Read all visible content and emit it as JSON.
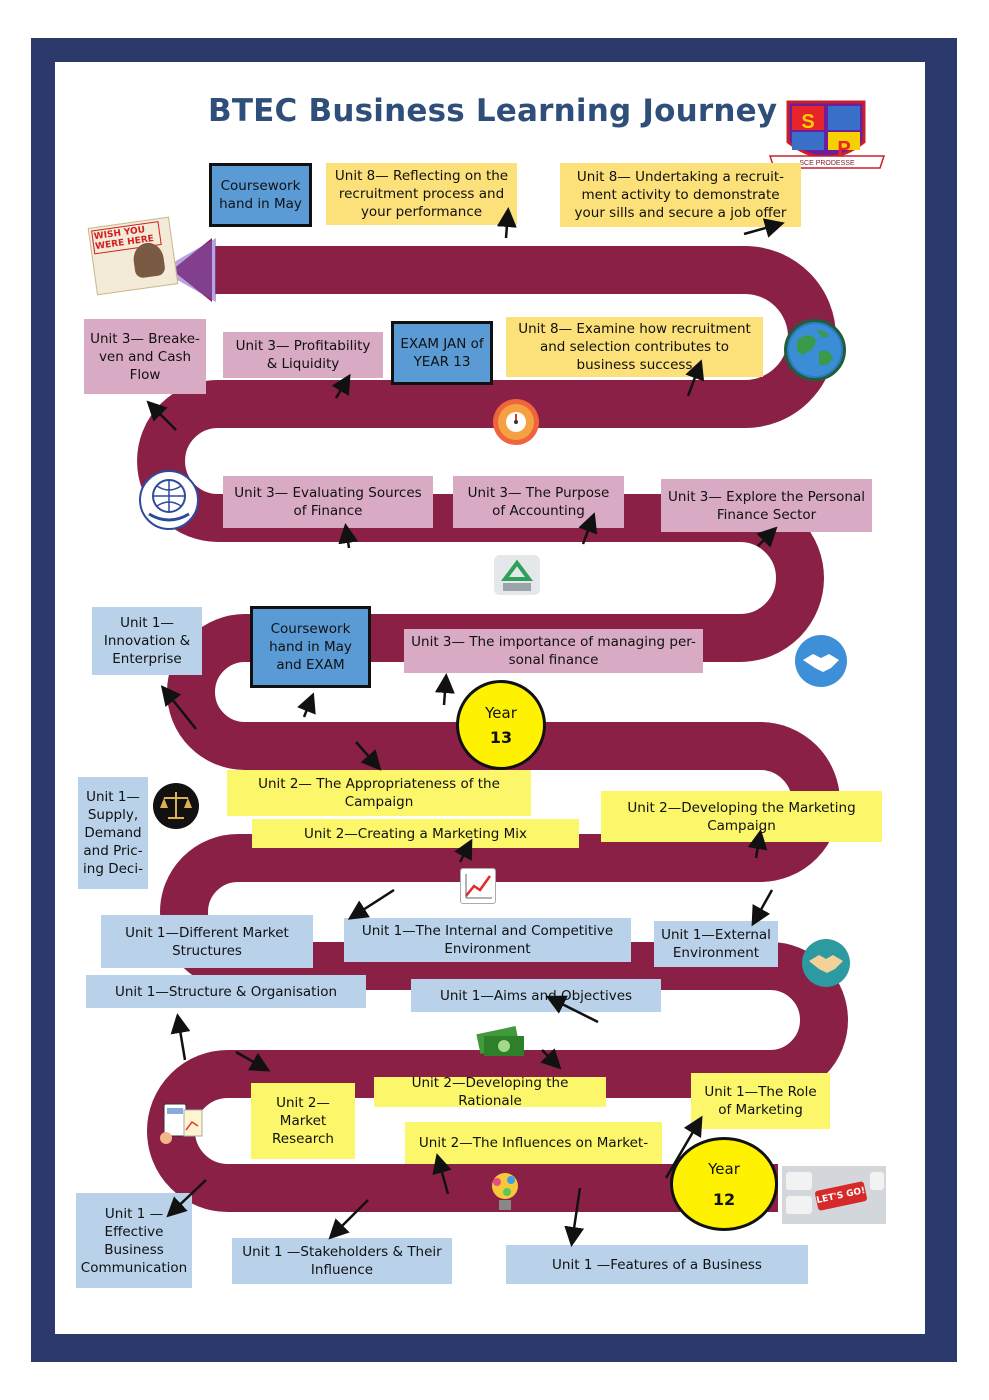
{
  "title": "BTEC Business Learning Journey",
  "logo": {
    "letters": [
      "S",
      "P"
    ],
    "motto": "SCE PRODESSE"
  },
  "postcard": {
    "text": "WISH YOU WERE HERE"
  },
  "lets_go": "LET'S GO!",
  "years": [
    {
      "label": "Year",
      "number": "13"
    },
    {
      "label": "Year",
      "number": "12"
    }
  ],
  "boxes": {
    "cw1": "Coursework hand in May",
    "u8a": "Unit 8— Reflecting on the recruitment process and your performance",
    "u8b": "Unit 8—  Undertaking a recruit-ment activity to demonstrate your sills and secure a job offer",
    "u3be": "Unit 3— Breake-ven and Cash Flow",
    "u3pl": "Unit 3— Profitability & Liquidity",
    "exam": "EXAM JAN of YEAR 13",
    "u8c": "Unit 8— Examine how recruitment and selection contributes to business success",
    "u3es": "Unit 3— Evaluating Sources of Finance",
    "u3pa": "Unit 3— The Purpose of Accounting",
    "u3pf": "Unit 3— Explore the Personal Finance Sector",
    "u1ie": "Unit 1— Innovation & Enterprise",
    "cw2": "Coursework hand in May and EXAM",
    "u3im": "Unit 3— The importance of managing per-sonal finance",
    "u1sd": "Unit 1— Supply, Demand and Pric-ing Deci-",
    "u2ac": "Unit 2— The Appropriateness of the Campaign",
    "u2mm": "Unit 2—Creating a Marketing Mix",
    "u2dm": "Unit 2—Developing the Marketing Campaign",
    "u1dm": "Unit 1—Different   Market Structures",
    "u1ic": "Unit 1—The Internal and Competitive Environment",
    "u1ee": "Unit 1—External Environment",
    "u1so": "Unit 1—Structure & Organisation",
    "u1ao": "Unit 1—Aims and Objectives",
    "u2mr": "Unit 2— Market Research",
    "u2dr": "Unit 2—Developing the Rationale",
    "u1rm": "Unit 1—The Role of Marketing",
    "u2im": "Unit 2—The Influences on Market-",
    "u1ec": "Unit 1 — Effective Business Communication",
    "u1st": "Unit 1 —Stakeholders & Their Influence",
    "u1fb": "Unit 1 —Features of a Business"
  },
  "icons": [
    "globe-icon",
    "clock-icon",
    "emblem-icon",
    "recycle-icon",
    "handshake-icon",
    "scales-icon",
    "chart-icon",
    "handshake-icon",
    "money-icon",
    "calculator-icon",
    "lightbulb-icon"
  ],
  "colors": {
    "road": "#8a2046",
    "frame": "#2b3a6b",
    "title": "#2f4e7a"
  }
}
